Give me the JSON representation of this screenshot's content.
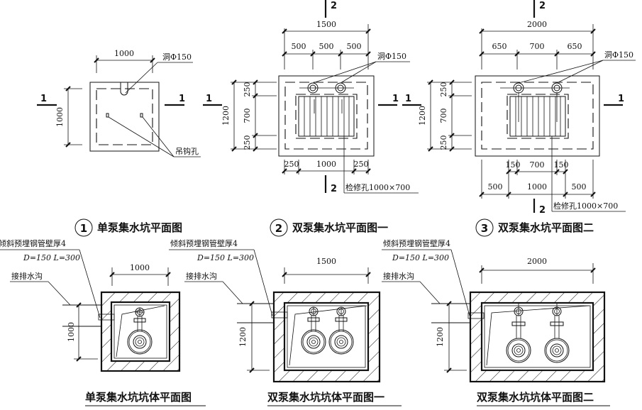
{
  "drawing": {
    "plan1": {
      "title_num": "1",
      "title": "单泵集水坑平面图",
      "dim_width": "1000",
      "dim_height": "1000",
      "hole_label": "洞Φ150",
      "hook_label": "吊钩孔",
      "section_mark": "1"
    },
    "plan2": {
      "title_num": "2",
      "title": "双泵集水坑平面图一",
      "dim_total_width": "1500",
      "dim_top_segments": [
        "500",
        "500",
        "500"
      ],
      "dim_height": "1200",
      "dim_side_segments": [
        "250",
        "700",
        "250"
      ],
      "dim_bottom_segments": [
        "250",
        "1000",
        "250"
      ],
      "hole_label": "洞Φ150",
      "access_label": "检修孔1000×700",
      "section_mark_h": "1",
      "section_mark_v": "2"
    },
    "plan3": {
      "title_num": "3",
      "title": "双泵集水坑平面图二",
      "dim_total_width": "2000",
      "dim_top_segments": [
        "650",
        "700",
        "650"
      ],
      "dim_height": "1200",
      "dim_side_segments": [
        "250",
        "700",
        "250"
      ],
      "dim_bottom_inner_segments": [
        "150",
        "700",
        "150"
      ],
      "dim_bottom_segments": [
        "500",
        "1000",
        "500"
      ],
      "hole_label": "洞Φ150",
      "access_label": "检修孔1000×700",
      "section_mark_h": "1",
      "section_mark_v": "2"
    },
    "body1": {
      "title": "单泵集水坑坑体平面图",
      "pipe_label_line1": "倾斜预埋钢管壁厚4",
      "pipe_label_line2": "D=150  L=300",
      "drain_label": "接排水沟",
      "dim_width": "1000",
      "dim_height": "1000"
    },
    "body2": {
      "title": "双泵集水坑坑体平面图一",
      "pipe_label_line1": "倾斜预埋钢管壁厚4",
      "pipe_label_line2": "D=150  L=300",
      "drain_label": "接排水沟",
      "dim_width": "1500",
      "dim_height": "1200"
    },
    "body3": {
      "title": "双泵集水坑坑体平面图二",
      "pipe_label_line1": "倾斜预埋钢管壁厚4",
      "pipe_label_line2": "D=150  L=300",
      "drain_label": "接排水沟",
      "dim_width": "2000",
      "dim_height": "1200"
    }
  }
}
